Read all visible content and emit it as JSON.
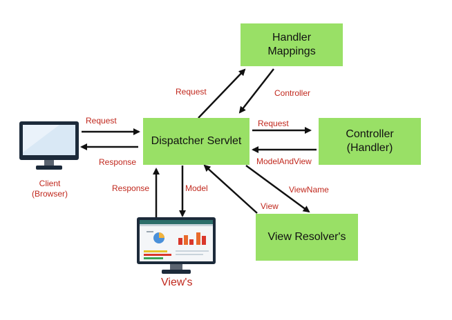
{
  "nodes": {
    "handler_mappings": {
      "line1": "Handler",
      "line2": "Mappings"
    },
    "dispatcher_servlet": {
      "label": "Dispatcher Servlet"
    },
    "controller": {
      "line1": "Controller",
      "line2": "(Handler)"
    },
    "view_resolver": {
      "label": "View Resolver's"
    },
    "client": {
      "line1": "Client",
      "line2": "(Browser)"
    },
    "views": {
      "label": "View's"
    }
  },
  "edges": {
    "client_to_ds": "Request",
    "ds_to_client": "Response",
    "ds_to_hm": "Request",
    "hm_to_ds": "Controller",
    "ds_to_ctrl": "Request",
    "ctrl_to_ds": "ModelAndView",
    "ds_to_vr": "ViewName",
    "vr_to_ds": "View",
    "ds_to_view": "Model",
    "view_to_ds": "Response"
  },
  "colors": {
    "box_fill": "#99e066",
    "label_red": "#c0271c",
    "arrow": "#111111",
    "monitor_body": "#1c2a3a",
    "monitor_screen": "#d9e8f5"
  },
  "icons": {
    "client": "desktop-monitor-icon",
    "views": "dashboard-monitor-icon"
  }
}
